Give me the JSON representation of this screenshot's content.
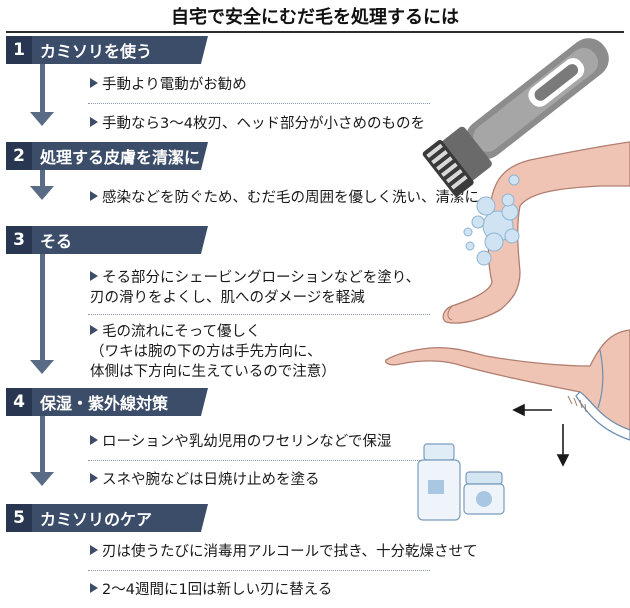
{
  "title": "自宅で安全にむだ毛を処理するには",
  "steps": [
    {
      "number": "1",
      "label": "カミソリを使う",
      "items": [
        "手動より電動がお勧め",
        "手動なら3～4枚刃、ヘッド部分が小さめのものを"
      ]
    },
    {
      "number": "2",
      "label": "処理する皮膚を清潔に",
      "items": [
        "感染などを防ぐため、むだ毛の周囲を優しく洗い、清潔に"
      ]
    },
    {
      "number": "3",
      "label": "そる",
      "items": [
        {
          "lines": [
            "そる部分にシェービングローションなどを塗り、",
            "刃の滑りをよくし、肌へのダメージを軽減"
          ]
        },
        {
          "lines": [
            "毛の流れにそって優しく",
            "（ワキは腕の下の方は手先方向に、",
            "体側は下方向に生えているので注意）"
          ]
        }
      ]
    },
    {
      "number": "4",
      "label": "保湿・紫外線対策",
      "items": [
        "ローションや乳幼児用のワセリンなどで保湿",
        "スネや腕などは日焼け止めを塗る"
      ]
    },
    {
      "number": "5",
      "label": "カミソリのケア",
      "items": [
        "刃は使うたびに消毒用アルコールで拭き、十分乾燥させて",
        "2～4週間に1回は新しい刃に替える"
      ]
    }
  ],
  "colors": {
    "step_number_bg": "#283651",
    "step_label_bg": "#3c4d6a",
    "arrow": "#5a6b86",
    "skin": "#f0c4b4",
    "bubble": "#cfe3f2"
  },
  "icons": [
    "electric-razor-icon",
    "leg-icon",
    "soap-bubbles-icon",
    "armpit-icon",
    "direction-arrows-icon",
    "lotion-bottle-icon",
    "cream-jar-icon"
  ]
}
